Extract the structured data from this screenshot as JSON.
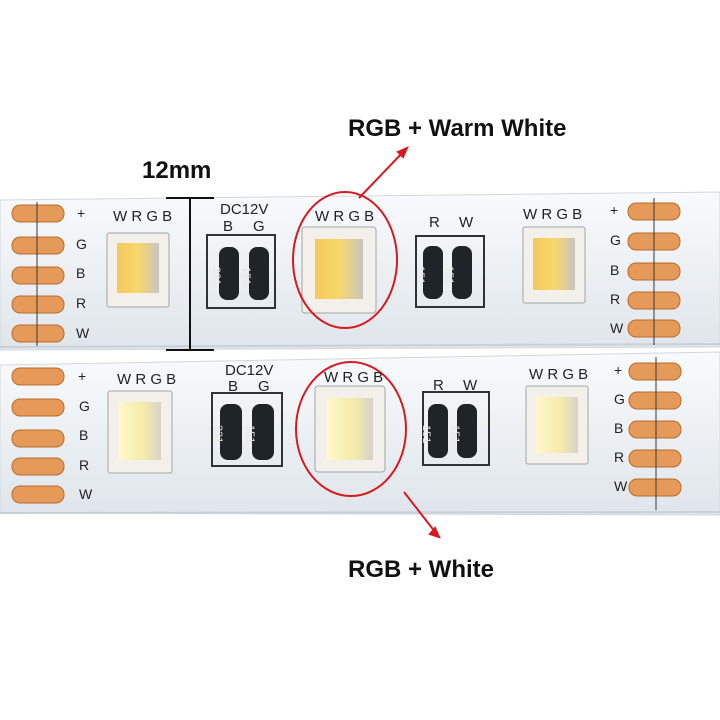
{
  "labels": {
    "dimension": "12mm",
    "top_callout": "RGB + Warm White",
    "bottom_callout": "RGB + White"
  },
  "strip_text": {
    "voltage": "DC12V",
    "led_pins": "W R G B",
    "pad_plus": "+",
    "pad_g": "G",
    "pad_b": "B",
    "pad_r": "R",
    "pad_w": "W",
    "bg_label_b": "B",
    "bg_label_g": "G",
    "rw_label_r": "R",
    "rw_label_w": "W",
    "resistor_331": "331",
    "resistor_151": "151"
  },
  "colors": {
    "background": "#ffffff",
    "strip": "#ebeff2",
    "copper": "#e59a59",
    "highlight": "#d71920",
    "text": "#111111"
  }
}
